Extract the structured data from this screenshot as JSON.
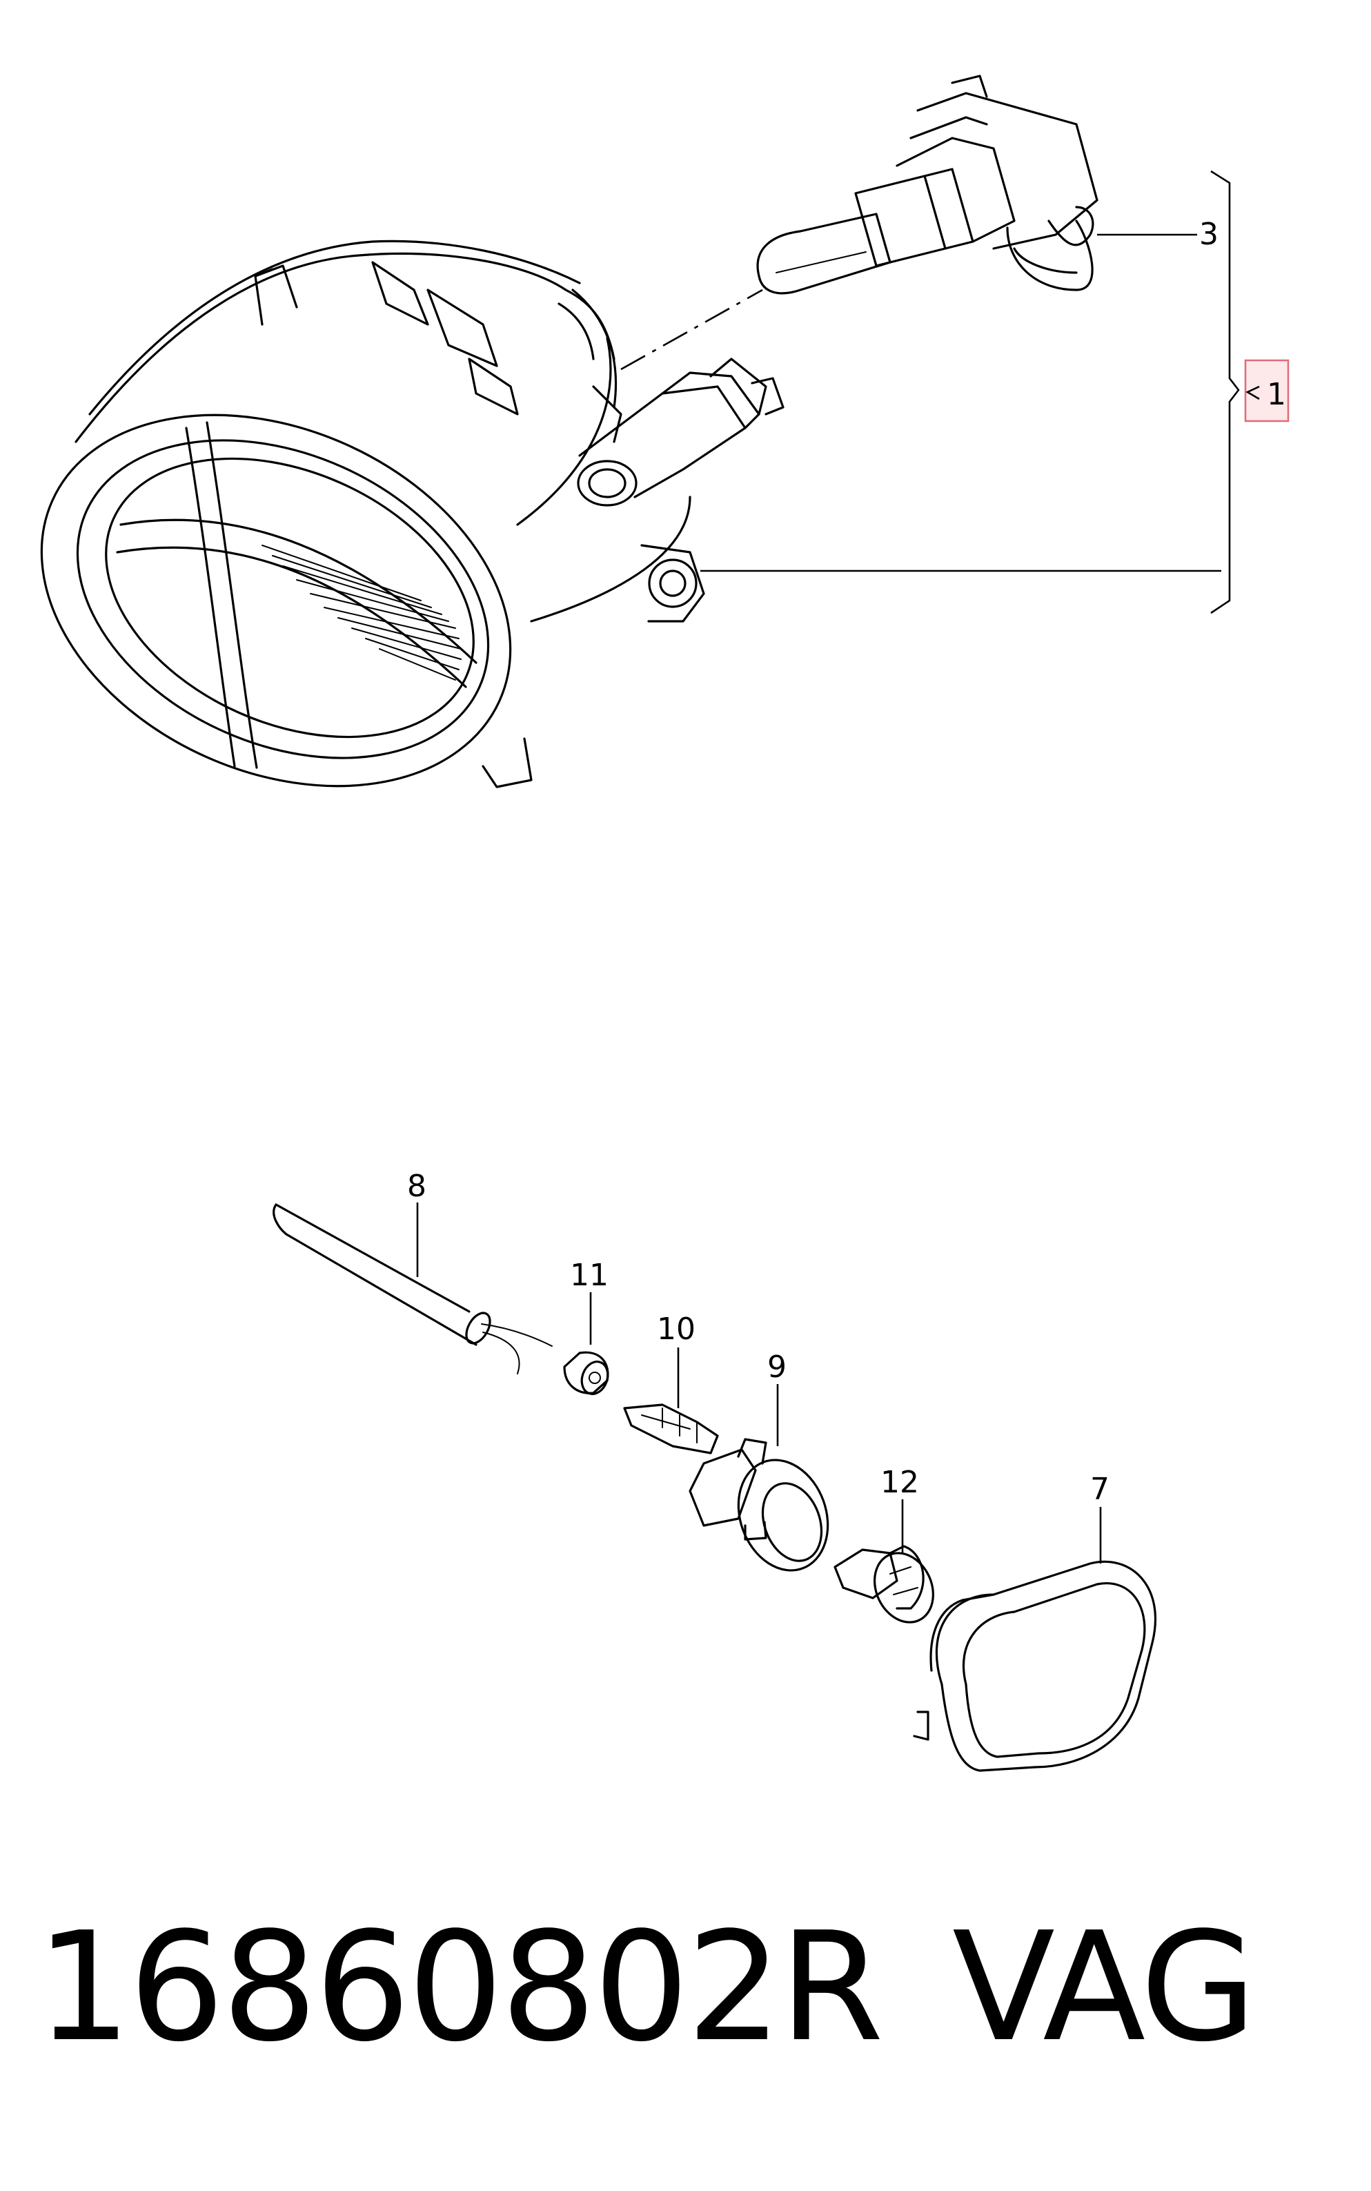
{
  "diagram": {
    "callouts": {
      "item_1": "1",
      "item_3": "3",
      "item_7": "7",
      "item_8": "8",
      "item_9": "9",
      "item_10": "10",
      "item_11": "11",
      "item_12": "12"
    },
    "highlighted_callout": "1",
    "highlight_color": "#e06a78"
  },
  "caption": {
    "part_number": "16860802R",
    "brand": "VAG"
  }
}
